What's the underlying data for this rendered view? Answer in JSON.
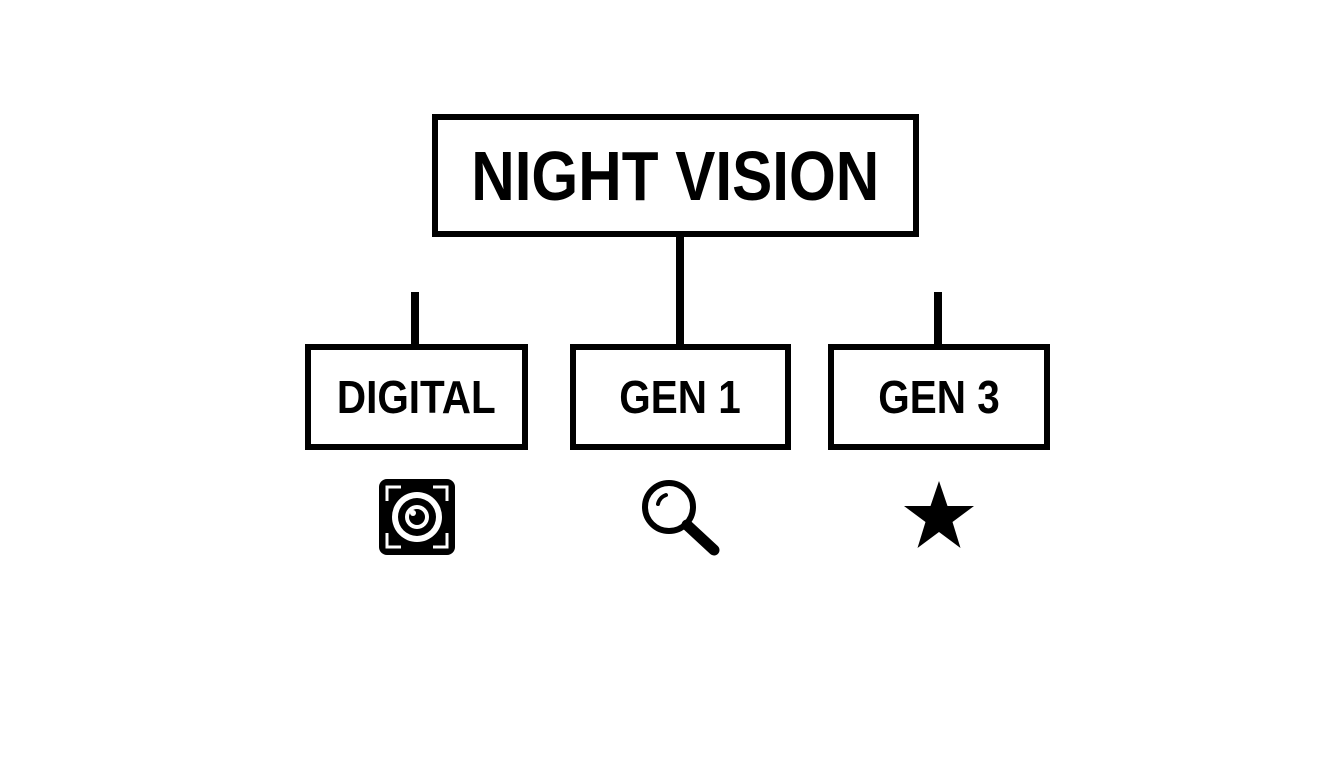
{
  "diagram": {
    "root": {
      "label": "NIGHT VISION"
    },
    "children": [
      {
        "label": "DIGITAL",
        "icon": "camera-lens-icon"
      },
      {
        "label": "GEN 1",
        "icon": "magnifying-glass-icon"
      },
      {
        "label": "GEN 3",
        "icon": "star-icon"
      }
    ]
  },
  "colors": {
    "stroke": "#000000",
    "background": "#ffffff"
  }
}
